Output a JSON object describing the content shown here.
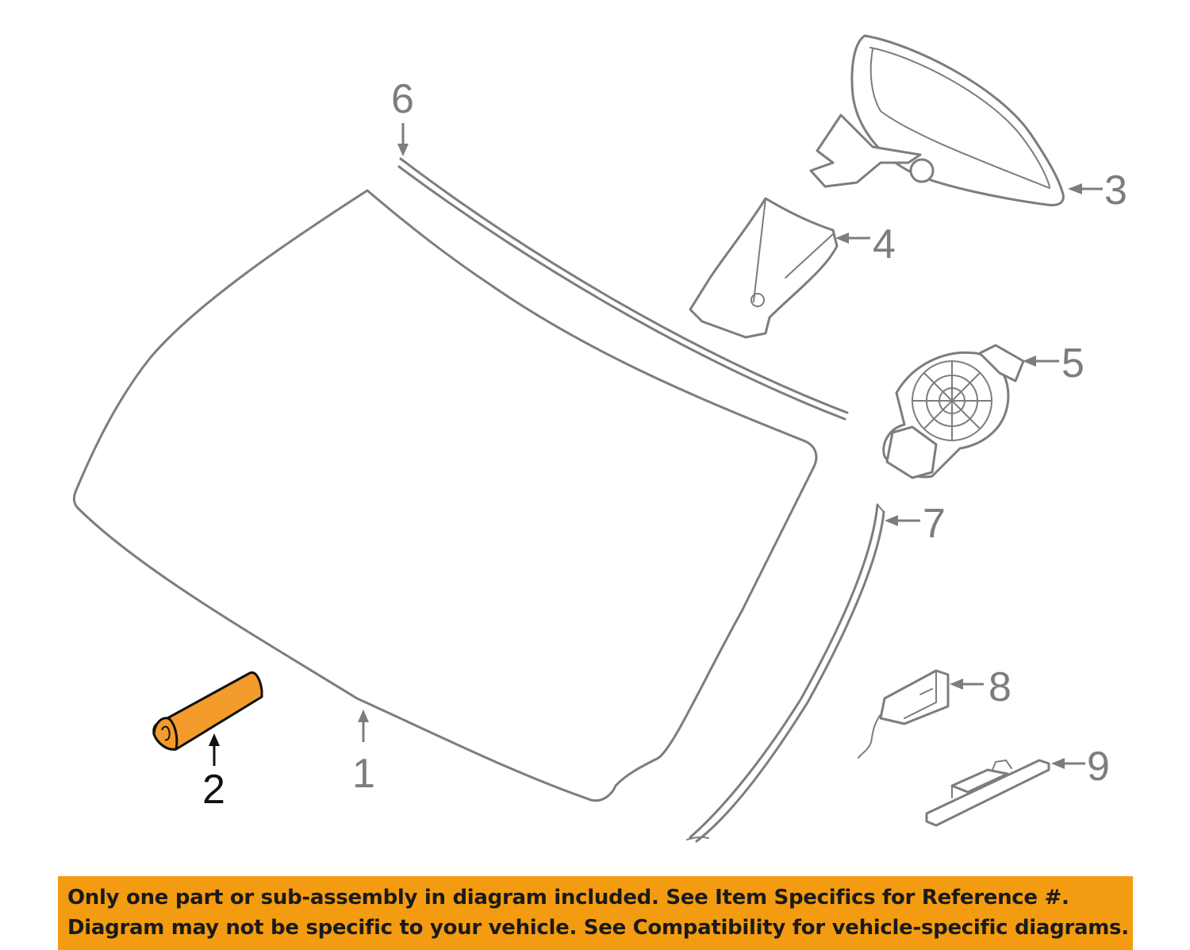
{
  "callouts": [
    "1",
    "2",
    "3",
    "4",
    "5",
    "6",
    "7",
    "8",
    "9"
  ],
  "highlighted_part": "2",
  "colors": {
    "accent": "#f39c12",
    "part_stroke": "#7d7d7d",
    "highlight_fill": "#f39c2b"
  },
  "notice": {
    "line1": "Only one part or sub-assembly in diagram included. See Item Specifics for Reference #.",
    "line2": "Diagram may not be specific to your vehicle. See Compatibility for vehicle-specific diagrams."
  }
}
